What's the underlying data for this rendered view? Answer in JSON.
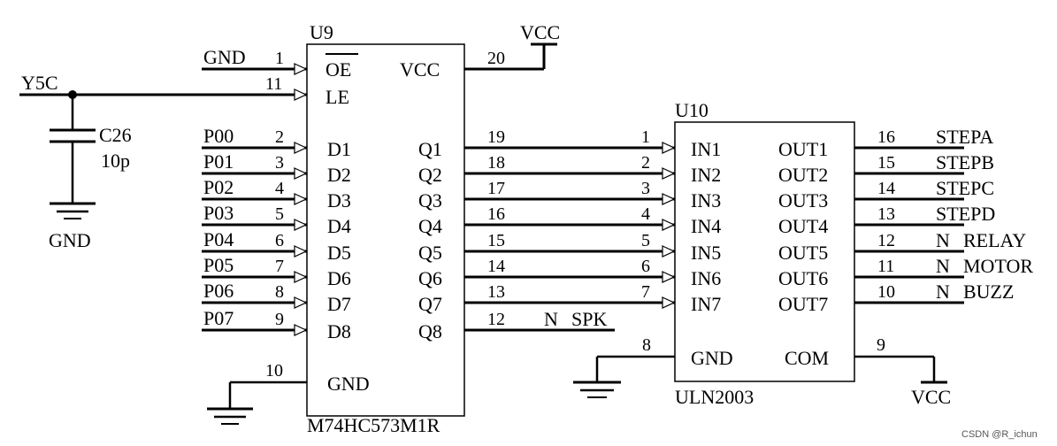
{
  "u9": {
    "ref": "U9",
    "part": "M74HC573M1R",
    "oe_label": "OE",
    "le_label": "LE",
    "vcc_label": "VCC",
    "gnd_label": "GND",
    "oe_pin": "1",
    "le_pin": "11",
    "vcc_pin": "20",
    "gnd_pin": "10",
    "inputs": [
      {
        "net": "P00",
        "pin": "2",
        "name": "D1"
      },
      {
        "net": "P01",
        "pin": "3",
        "name": "D2"
      },
      {
        "net": "P02",
        "pin": "4",
        "name": "D3"
      },
      {
        "net": "P03",
        "pin": "5",
        "name": "D4"
      },
      {
        "net": "P04",
        "pin": "6",
        "name": "D5"
      },
      {
        "net": "P05",
        "pin": "7",
        "name": "D6"
      },
      {
        "net": "P06",
        "pin": "8",
        "name": "D7"
      },
      {
        "net": "P07",
        "pin": "9",
        "name": "D8"
      }
    ],
    "outputs": [
      {
        "name": "Q1",
        "pin": "19"
      },
      {
        "name": "Q2",
        "pin": "18"
      },
      {
        "name": "Q3",
        "pin": "17"
      },
      {
        "name": "Q4",
        "pin": "16"
      },
      {
        "name": "Q5",
        "pin": "15"
      },
      {
        "name": "Q6",
        "pin": "14"
      },
      {
        "name": "Q7",
        "pin": "13"
      },
      {
        "name": "Q8",
        "pin": "12"
      }
    ]
  },
  "u10": {
    "ref": "U10",
    "part": "ULN2003",
    "gnd_label": "GND",
    "com_label": "COM",
    "gnd_pin": "8",
    "com_pin": "9",
    "inputs": [
      {
        "name": "IN1",
        "pin": "1"
      },
      {
        "name": "IN2",
        "pin": "2"
      },
      {
        "name": "IN3",
        "pin": "3"
      },
      {
        "name": "IN4",
        "pin": "4"
      },
      {
        "name": "IN5",
        "pin": "5"
      },
      {
        "name": "IN6",
        "pin": "6"
      },
      {
        "name": "IN7",
        "pin": "7"
      }
    ],
    "outputs": [
      {
        "name": "OUT1",
        "pin": "16",
        "net": "STEPA"
      },
      {
        "name": "OUT2",
        "pin": "15",
        "net": "STEPB"
      },
      {
        "name": "OUT3",
        "pin": "14",
        "net": "STEPC"
      },
      {
        "name": "OUT4",
        "pin": "13",
        "net": "STEPD"
      },
      {
        "name": "OUT5",
        "pin": "12",
        "net": "RELAY",
        "prefix": "N"
      },
      {
        "name": "OUT6",
        "pin": "11",
        "net": "MOTOR",
        "prefix": "N"
      },
      {
        "name": "OUT7",
        "pin": "10",
        "net": "BUZZ",
        "prefix": "N"
      }
    ]
  },
  "c26": {
    "ref": "C26",
    "value": "10p"
  },
  "nets": {
    "gnd_oe": "GND",
    "y5c": "Y5C",
    "gnd_cap": "GND",
    "vcc_top": "VCC",
    "vcc_right": "VCC",
    "spk_prefix": "N",
    "spk": "SPK"
  },
  "watermark": "CSDN @R_ichun"
}
